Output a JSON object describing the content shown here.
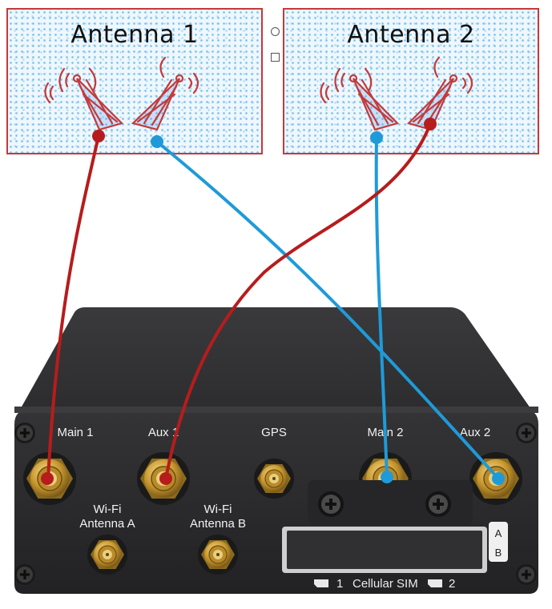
{
  "antenna_panels": [
    {
      "title": "Antenna 1"
    },
    {
      "title": "Antenna 2"
    }
  ],
  "ports": {
    "main1": "Main 1",
    "aux1": "Aux 1",
    "gps": "GPS",
    "main2": "Main 2",
    "aux2": "Aux 2",
    "wifi_a": [
      "Wi-Fi",
      "Antenna A"
    ],
    "wifi_b": [
      "Wi-Fi",
      "Antenna B"
    ]
  },
  "sim_tray": {
    "slot_a": "A",
    "slot_b": "B",
    "slot_1": "1",
    "caption": "Cellular SIM",
    "slot_2": "2"
  },
  "colors": {
    "main_cable": "#b71c1c",
    "aux_cable": "#1f9ad8",
    "device_body": "#2b2b2d",
    "sketch_red": "#c43a3a"
  }
}
